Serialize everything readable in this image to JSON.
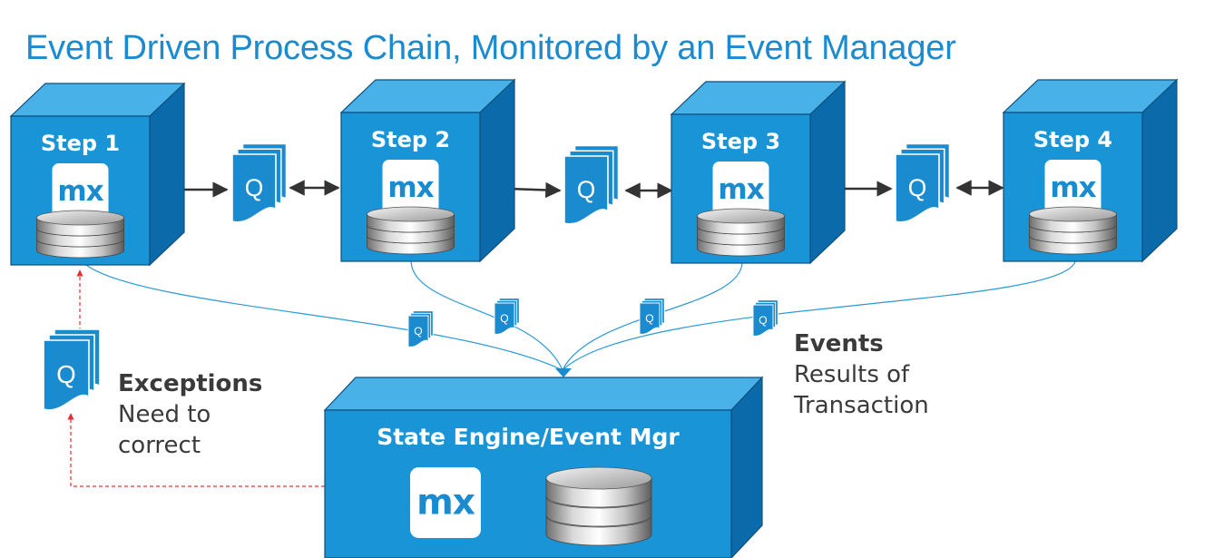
{
  "title": "Event Driven Process Chain, Monitored by an Event Manager",
  "steps": [
    {
      "label": "Step 1",
      "logo": "mx"
    },
    {
      "label": "Step 2",
      "logo": "mx"
    },
    {
      "label": "Step 3",
      "logo": "mx"
    },
    {
      "label": "Step 4",
      "logo": "mx"
    }
  ],
  "queue_label": "Q",
  "engine": {
    "label": "State Engine/Event Mgr",
    "logo": "mx"
  },
  "exceptions": {
    "heading": "Exceptions",
    "line1": "Need to",
    "line2": "correct"
  },
  "events": {
    "heading": "Events",
    "line1": "Results of",
    "line2": "Transaction"
  },
  "colors": {
    "title": "#1b8bd0",
    "box_front": "#1994d6",
    "box_top": "#47b1e8",
    "box_side": "#0b6aa9",
    "queue": "#1b8bd0",
    "connector": "#2b9ad8",
    "exception_arrow": "#e53030",
    "text": "#3a3a3a"
  }
}
